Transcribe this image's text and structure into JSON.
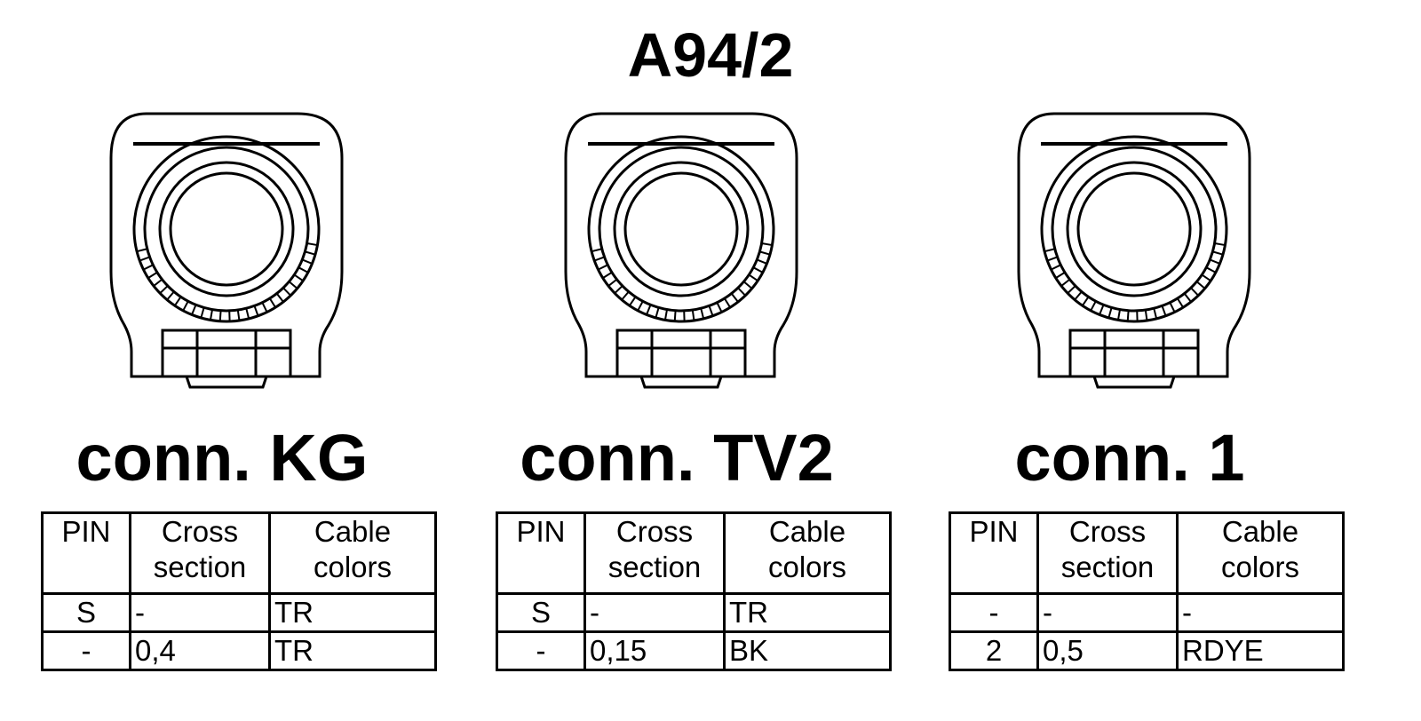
{
  "diagram": {
    "title": "A94/2",
    "table_headers": {
      "pin": "PIN",
      "cross_section": [
        "Cross",
        "section"
      ],
      "cable_colors": [
        "Cable",
        "colors"
      ]
    },
    "connectors": [
      {
        "label": "conn. KG",
        "rows": [
          {
            "pin": "S",
            "cross_section": "-",
            "cable_color": "TR"
          },
          {
            "pin": "-",
            "cross_section": "0,4",
            "cable_color": "TR"
          }
        ]
      },
      {
        "label": "conn. TV2",
        "rows": [
          {
            "pin": "S",
            "cross_section": "-",
            "cable_color": "TR"
          },
          {
            "pin": "-",
            "cross_section": "0,15",
            "cable_color": "BK"
          }
        ]
      },
      {
        "label": "conn. 1",
        "rows": [
          {
            "pin": "-",
            "cross_section": "-",
            "cable_color": "-"
          },
          {
            "pin": "2",
            "cross_section": "0,5",
            "cable_color": "RDYE"
          }
        ]
      }
    ]
  }
}
